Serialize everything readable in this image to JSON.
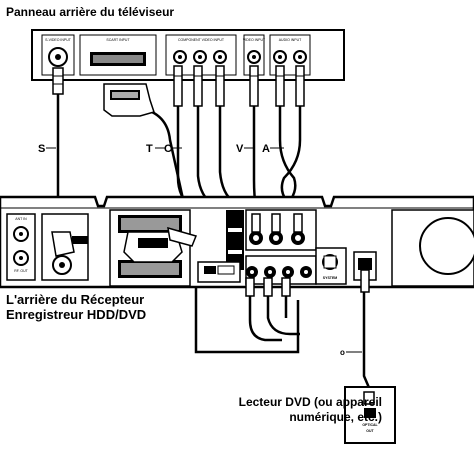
{
  "captions": {
    "tv_back": "Panneau arrière du téléviseur",
    "receiver_line1": "L'arrière du Récepteur",
    "receiver_line2": "Enregistreur HDD/DVD",
    "dvd_line1": "Lecteur DVD (ou appareil",
    "dvd_line2": "numérique, etc.)"
  },
  "cable_labels": {
    "s": "S",
    "t": "T",
    "c": "C",
    "v": "V",
    "a": "A",
    "o": "o"
  },
  "tv_panel_labels": {
    "svideo": "S-VIDEO INPUT",
    "scart": "SCART INPUT",
    "component": "COMPONENT VIDEO INPUT",
    "video": "VIDEO INPUT",
    "audio": "AUDIO INPUT"
  },
  "receiver_labels": {
    "antin": "ANT IN",
    "rfout": "RF. OUT",
    "system": "SYSTEM"
  },
  "dvd_labels": {
    "optical": "OPTICAL",
    "out": "OUT"
  }
}
